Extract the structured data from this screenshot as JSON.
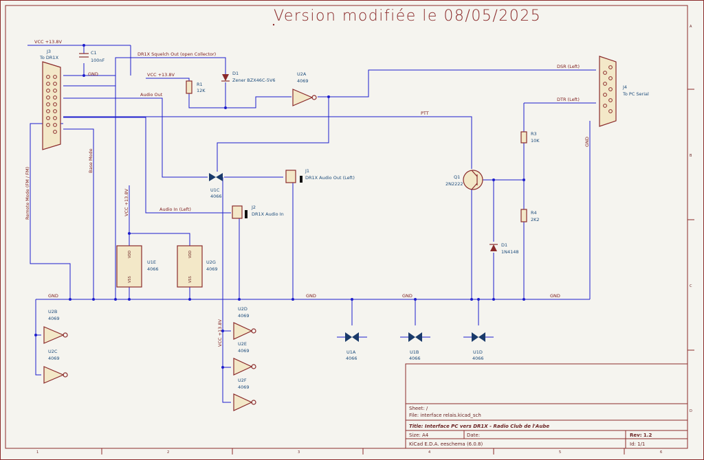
{
  "header": {
    "title": "Version modifiée le 08/05/2025"
  },
  "frame": {
    "cols": [
      "1",
      "2",
      "3",
      "4",
      "5",
      "6"
    ],
    "rows": [
      "A",
      "B",
      "C",
      "D"
    ]
  },
  "title_block": {
    "sheet": "Sheet: /",
    "file": "File: interface relais.kicad_sch",
    "title": "Title: Interface PC vers DR1X - Radio Club de l'Aube",
    "size": "Size: A4",
    "date": "Date:",
    "rev": "Rev: 1.2",
    "tool": "KiCad E.D.A.  eeschema (6.0.8)",
    "id": "Id: 1/1"
  },
  "nets": {
    "vcc_top": "VCC +13.8V",
    "vcc_r1": "VCC +13.8V",
    "vcc_u1e": "VCC +13.8V",
    "vcc_u2": "VCC +13.8V",
    "gnd_j3": "GND",
    "gnd_bus1": "GND",
    "gnd_bus2": "GND",
    "gnd_bus3": "GND",
    "gnd_bus4": "GND",
    "gnd_j4": "GND",
    "squelch": "DR1X Squelch Out (open Collector)",
    "audio_out": "Audio Out",
    "audio_in": "Audio In (Left)",
    "ptt": "PTT",
    "dsr": "DSR (Left)",
    "dtr": "DTR (Left)",
    "remote_mode": "Remote Mode (FM / FM)",
    "base_mode": "Base Mode"
  },
  "components": {
    "j3": {
      "ref": "J3",
      "value": "To DR1X"
    },
    "c1": {
      "ref": "C1",
      "value": "100nF"
    },
    "d1": {
      "ref": "D1",
      "value": "Zener BZX46C-5V6"
    },
    "r1": {
      "ref": "R1",
      "value": "12K"
    },
    "u2a": {
      "ref": "U2A",
      "value": "4069"
    },
    "j4": {
      "ref": "J4",
      "value": "To PC Serial"
    },
    "r3": {
      "ref": "R3",
      "value": "10K"
    },
    "q1": {
      "ref": "Q1",
      "value": "2N2222"
    },
    "r4": {
      "ref": "R4",
      "value": "2K2"
    },
    "d2": {
      "ref": "D1",
      "value": "1N4148"
    },
    "j1": {
      "ref": "J1",
      "value": "DR1X Audio Out (Left)"
    },
    "j2": {
      "ref": "J2",
      "value": "DR1X Audio In"
    },
    "u1c": {
      "ref": "U1C",
      "value": "4066"
    },
    "u1e": {
      "ref": "U1E",
      "value": "4066",
      "vdd": "VDD",
      "vss": "VSS"
    },
    "u2g": {
      "ref": "U2G",
      "value": "4069",
      "vdd": "VDD",
      "vss": "VSS"
    },
    "u2b": {
      "ref": "U2B",
      "value": "4069"
    },
    "u2c": {
      "ref": "U2C",
      "value": "4069"
    },
    "u2d": {
      "ref": "U2D",
      "value": "4069"
    },
    "u2e": {
      "ref": "U2E",
      "value": "4069"
    },
    "u2f": {
      "ref": "U2F",
      "value": "4069"
    },
    "u1a": {
      "ref": "U1A",
      "value": "4066"
    },
    "u1b": {
      "ref": "U1B",
      "value": "4066"
    },
    "u1d": {
      "ref": "U1D",
      "value": "4066"
    }
  }
}
